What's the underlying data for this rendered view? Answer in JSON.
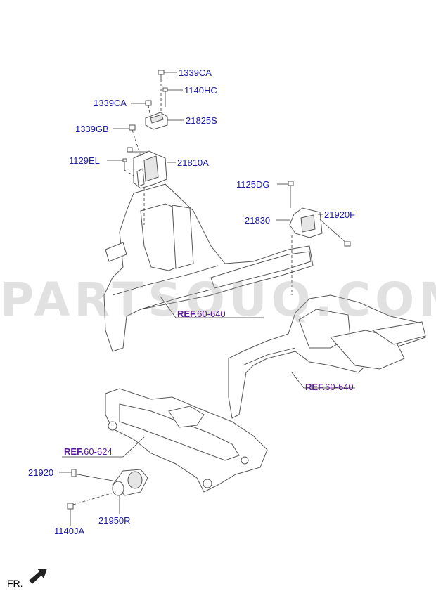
{
  "watermark": "PARTSOUQ.COM",
  "direction_label": "FR.",
  "parts": [
    {
      "key": "p_1339CA_top",
      "code": "1339CA"
    },
    {
      "key": "p_1140HC",
      "code": "1140HC"
    },
    {
      "key": "p_1339CA_left",
      "code": "1339CA"
    },
    {
      "key": "p_21825S",
      "code": "21825S"
    },
    {
      "key": "p_1339GB",
      "code": "1339GB"
    },
    {
      "key": "p_1129EL",
      "code": "1129EL"
    },
    {
      "key": "p_21810A",
      "code": "21810A"
    },
    {
      "key": "p_1125DG",
      "code": "1125DG"
    },
    {
      "key": "p_21830",
      "code": "21830"
    },
    {
      "key": "p_21920F",
      "code": "21920F"
    },
    {
      "key": "p_21920",
      "code": "21920"
    },
    {
      "key": "p_21950R",
      "code": "21950R"
    },
    {
      "key": "p_1140JA",
      "code": "1140JA"
    }
  ],
  "refs": [
    {
      "prefix": "REF.",
      "code": "60-640"
    },
    {
      "prefix": "REF.",
      "code": "60-640"
    },
    {
      "prefix": "REF.",
      "code": "60-624"
    }
  ]
}
